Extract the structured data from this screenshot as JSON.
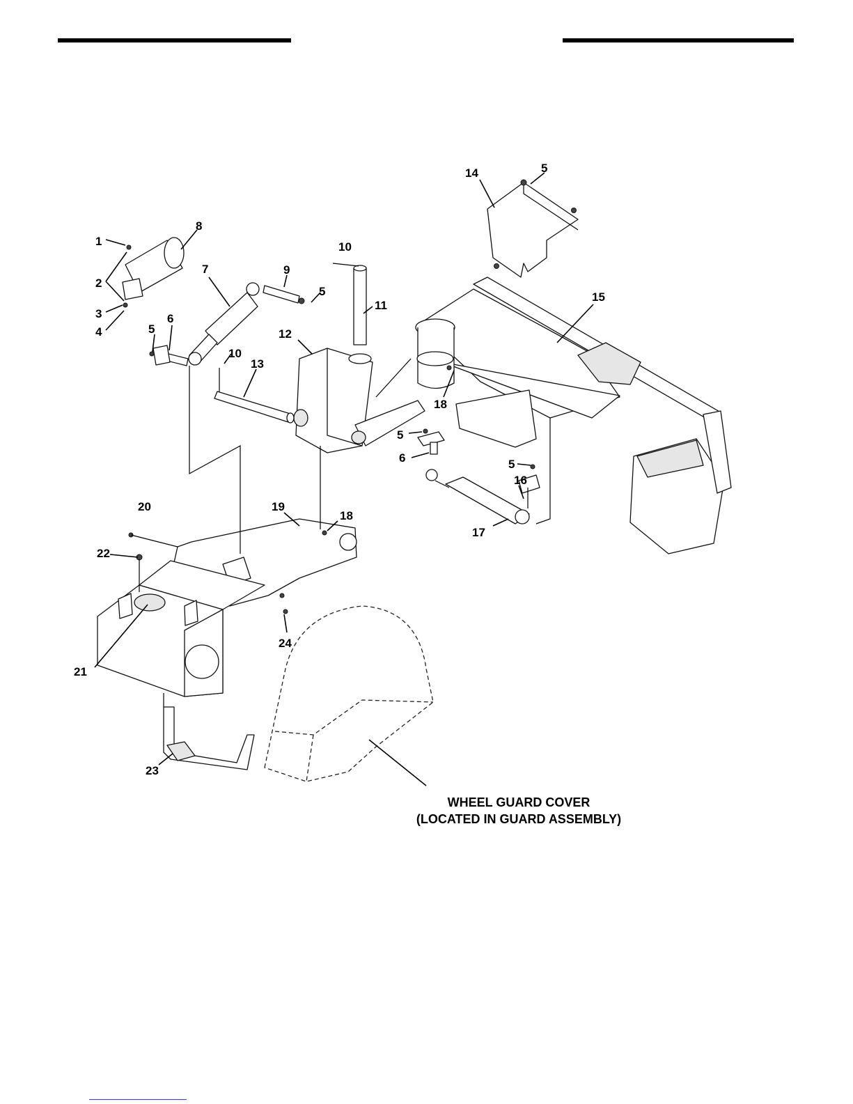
{
  "callouts": {
    "c1": "1",
    "c2": "2",
    "c3": "3",
    "c4": "4",
    "c5a": "5",
    "c5b": "5",
    "c5c": "5",
    "c5d": "5",
    "c5e": "5",
    "c6a": "6",
    "c6b": "6",
    "c7": "7",
    "c8": "8",
    "c9": "9",
    "c10a": "10",
    "c10b": "10",
    "c11": "11",
    "c12": "12",
    "c13": "13",
    "c14": "14",
    "c15": "15",
    "c16": "16",
    "c17": "17",
    "c18a": "18",
    "c18b": "18",
    "c19": "19",
    "c20": "20",
    "c21": "21",
    "c22": "22",
    "c23": "23",
    "c24": "24"
  },
  "caption": {
    "line1": "WHEEL GUARD COVER",
    "line2": "(LOCATED IN GUARD ASSEMBLY)"
  }
}
